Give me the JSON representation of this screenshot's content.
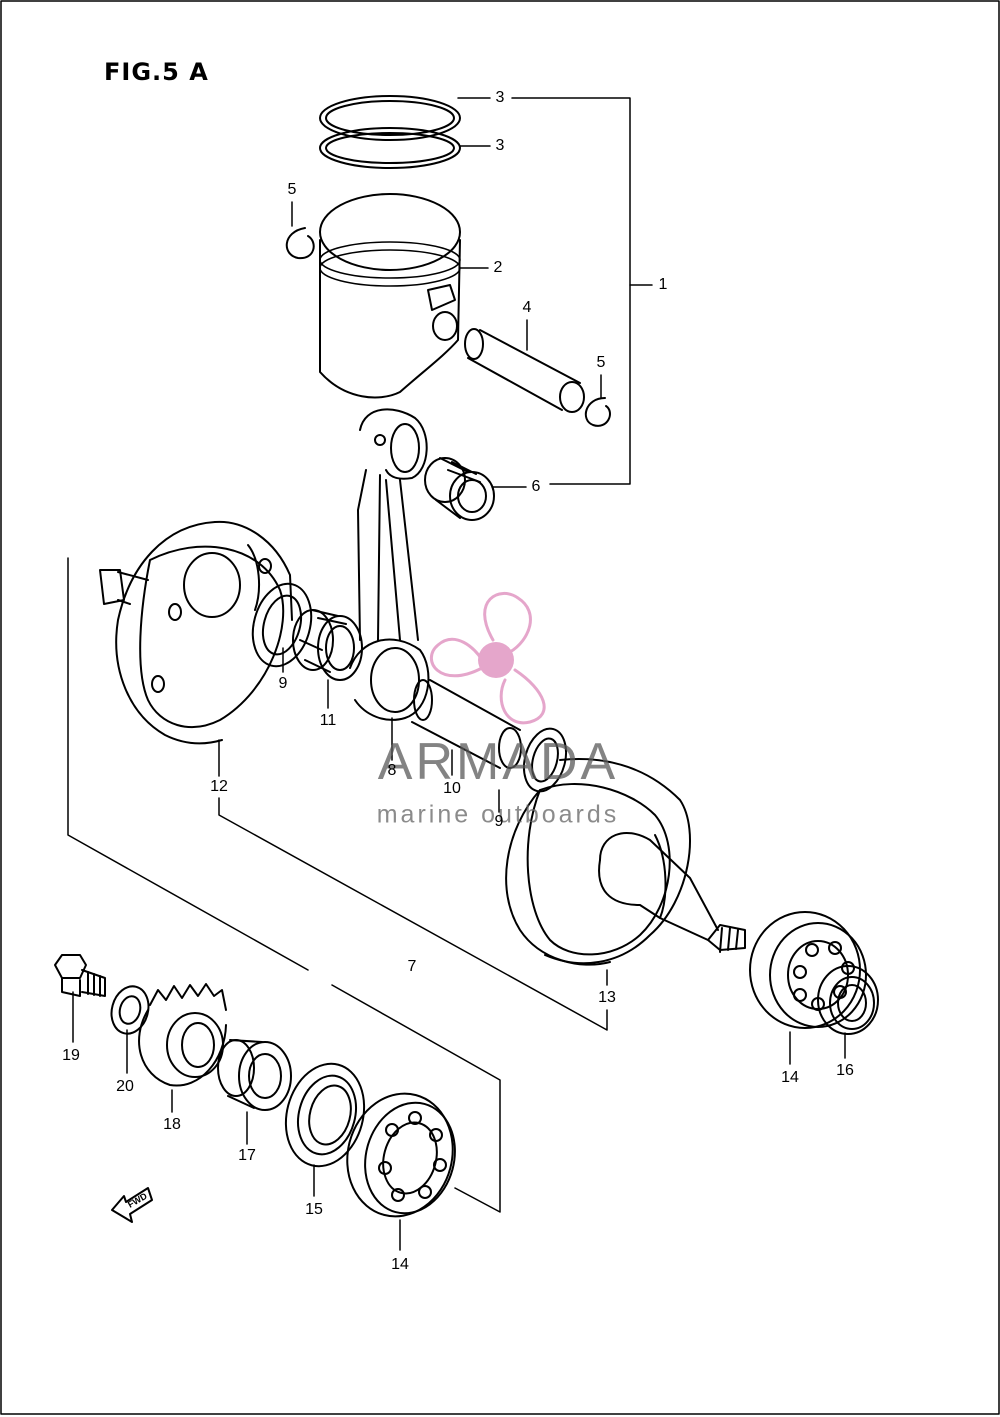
{
  "figure": {
    "title": "FIG.5 A"
  },
  "callouts": {
    "c1": "1",
    "c2": "2",
    "c3a": "3",
    "c3b": "3",
    "c4": "4",
    "c5a": "5",
    "c5b": "5",
    "c6": "6",
    "c7": "7",
    "c8": "8",
    "c9a": "9",
    "c9b": "9",
    "c10": "10",
    "c11": "11",
    "c12": "12",
    "c13": "13",
    "c14a": "14",
    "c14b": "14",
    "c15": "15",
    "c16": "16",
    "c17": "17",
    "c18": "18",
    "c19": "19",
    "c20": "20"
  },
  "watermark": {
    "name": "ARMADA",
    "tagline": "marine outboards",
    "accent_color": "#e5a6cb",
    "icon": "propeller-icon"
  },
  "fwd_marker": {
    "label": "FWD",
    "icon": "fwd-arrow-icon"
  }
}
